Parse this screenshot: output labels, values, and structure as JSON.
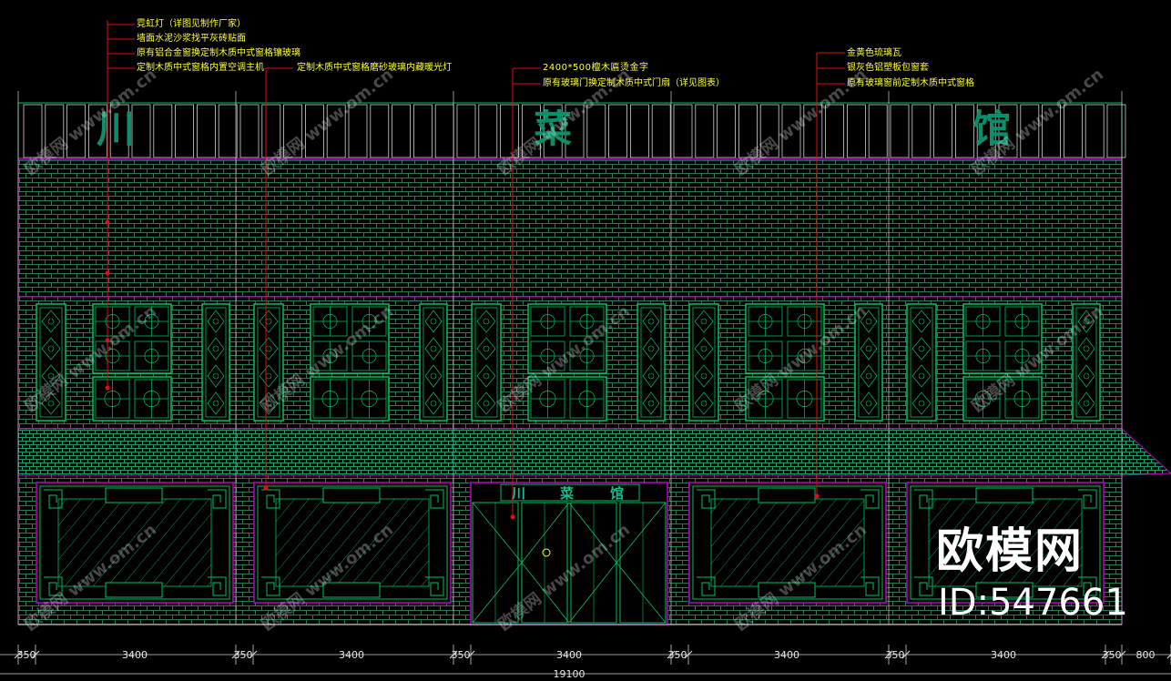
{
  "annotations": {
    "left": [
      "霓虹灯（详图见制作厂家）",
      "墙面水泥沙浆找平灰砖贴面",
      "原有铝合金窗换定制木质中式窗格镶玻璃",
      "定制木质中式窗格内置空调主机"
    ],
    "left_second": "定制木质中式窗格磨砂玻璃内藏暖光灯",
    "center": [
      "2400*500檀木匾烫金字",
      "原有玻璃门换定制木质中式门扇（详见图表）"
    ],
    "right": [
      "金黄色琉璃瓦",
      "银灰色铝塑板包窗套",
      "原有玻璃窗前定制木质中式窗格"
    ]
  },
  "sign": {
    "chars": [
      "川",
      "菜",
      "馆"
    ]
  },
  "door_sign": {
    "chars": [
      "川",
      "菜",
      "馆"
    ]
  },
  "dimensions": {
    "segments": [
      "350",
      "3400",
      "350",
      "3400",
      "350",
      "3400",
      "350",
      "3400",
      "350",
      "3400",
      "350",
      "800"
    ],
    "total": "19100"
  },
  "watermark": {
    "logo": "欧模网",
    "id": "ID:547661",
    "tile": "欧模网 www.om.cn"
  },
  "colors": {
    "background": "#000000",
    "line_green": "#00c060",
    "brick": "#2a7a50",
    "magenta": "#c000c0",
    "leader_red": "#e01010",
    "annotation": "#ffff33",
    "dimension": "#e8e8e8"
  }
}
